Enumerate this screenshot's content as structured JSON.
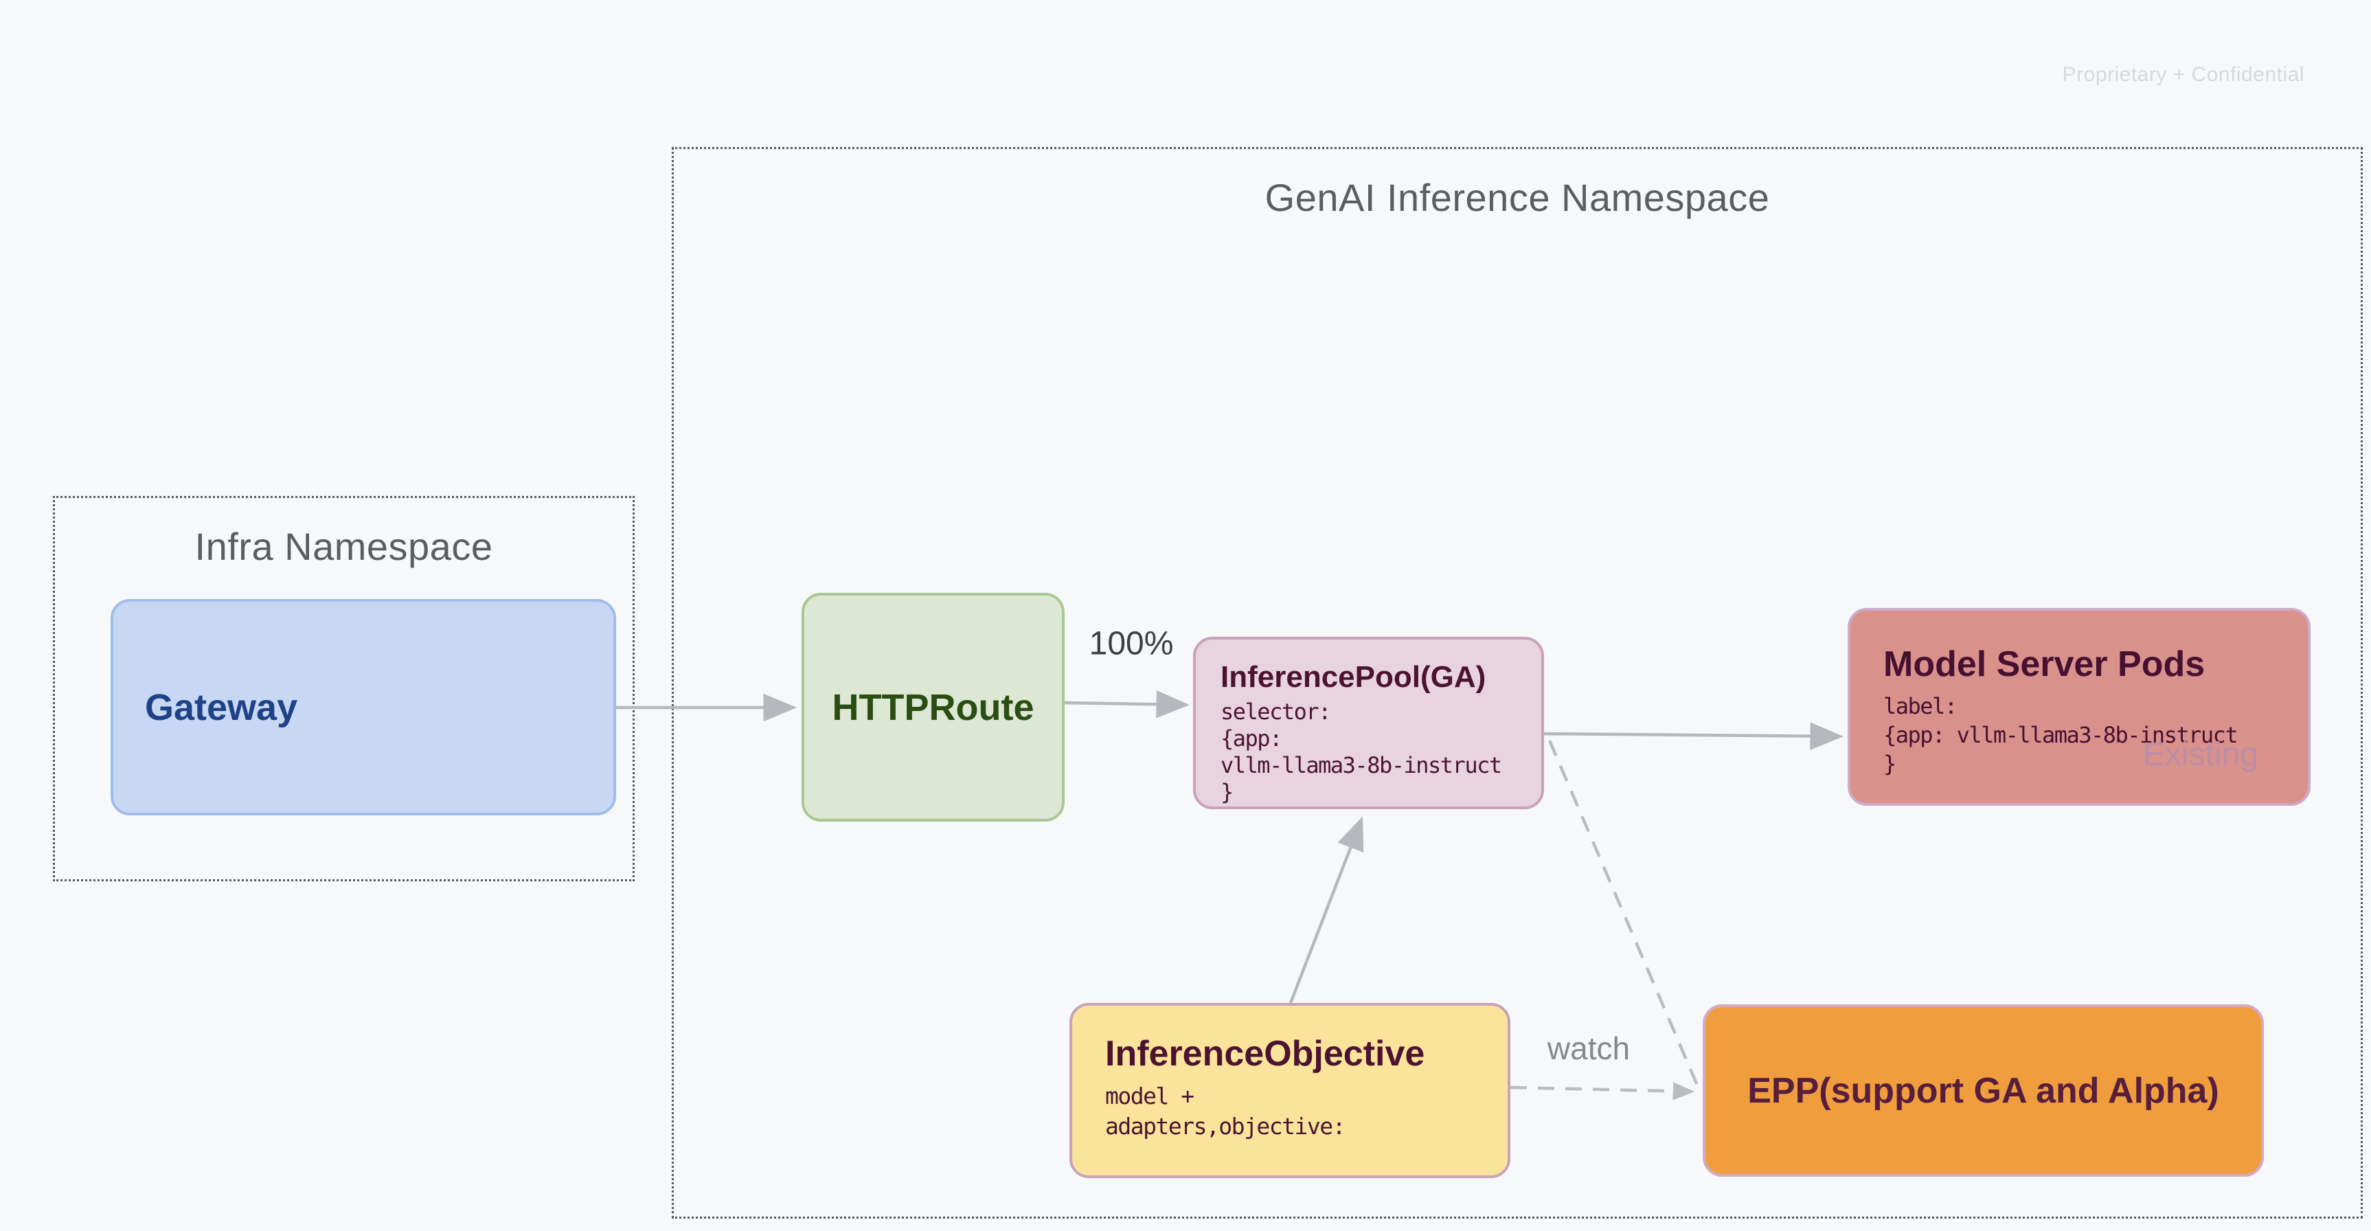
{
  "page": {
    "confidential_note": "Proprietary + Confidential",
    "background": "#f7f8f9"
  },
  "namespaces": {
    "genai": {
      "title": "GenAI Inference Namespace"
    },
    "infra": {
      "title": "Infra Namespace"
    }
  },
  "nodes": {
    "gateway": {
      "title": "Gateway",
      "fill": "#c8d8f4",
      "border": "#a2bce9",
      "text_color": "#1d4287"
    },
    "httproute": {
      "title": "HTTPRoute",
      "fill": "#dce8d3",
      "border": "#a9c795",
      "text_color": "#2a4d14"
    },
    "inference_pool": {
      "title": "InferencePool(GA)",
      "body_lines": [
        "selector:",
        "{app:",
        "vllm-llama3-8b-instruct",
        "}"
      ],
      "fill": "#e7d4de",
      "border": "#c9a2b9",
      "text_color": "#4c1330"
    },
    "model_server_pods": {
      "title": "Model Server Pods",
      "body_lines": [
        "label:",
        "{app: vllm-llama3-8b-instruct",
        "}"
      ],
      "status_tag": "Existing",
      "tag_color": "#bb8da6",
      "fill": "#d8918b",
      "border": "#cfaac8",
      "text_color": "#471030"
    },
    "inference_objective": {
      "title": "InferenceObjective",
      "body_lines": [
        "model +",
        "adapters,objective:"
      ],
      "fill": "#fae39a",
      "border": "#c9a2b9",
      "text_color": "#4c1330"
    },
    "epp": {
      "title": "EPP(support GA and Alpha)",
      "fill": "#f09d3e",
      "border": "#d3abc9",
      "text_color": "#571d3c"
    }
  },
  "edges": {
    "httproute_to_pool_label": "100%",
    "objective_to_epp_label": "watch"
  }
}
